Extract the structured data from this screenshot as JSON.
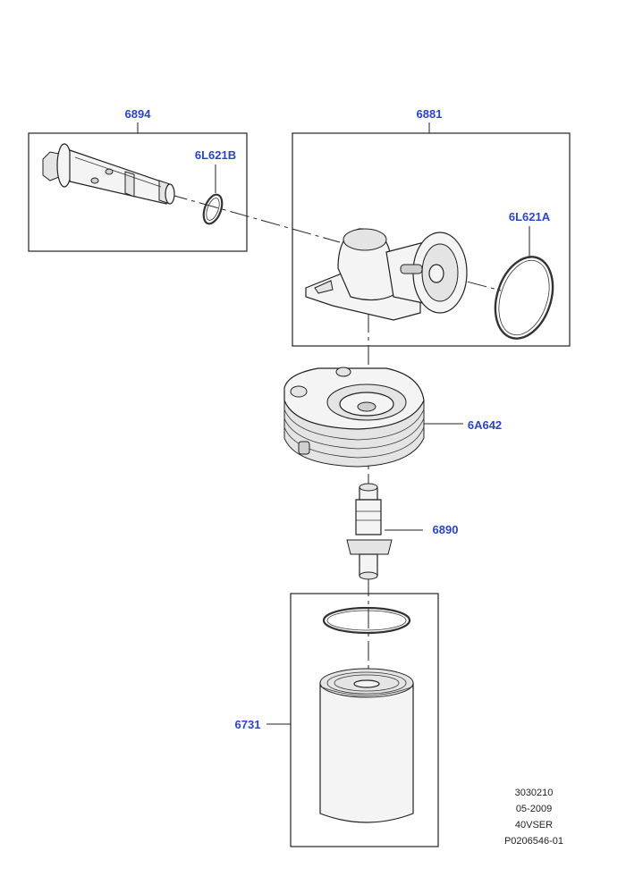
{
  "callouts": {
    "p6894": "6894",
    "p6881": "6881",
    "p6L621B": "6L621B",
    "p6L621A": "6L621A",
    "p6A642": "6A642",
    "p6890": "6890",
    "p6731": "6731"
  },
  "reference": {
    "line1": "3030210",
    "line2": "05-2009",
    "line3": "40VSER",
    "line4": "P0206546-01"
  },
  "colors": {
    "callout": "#2b44c8",
    "line": "#222222"
  }
}
